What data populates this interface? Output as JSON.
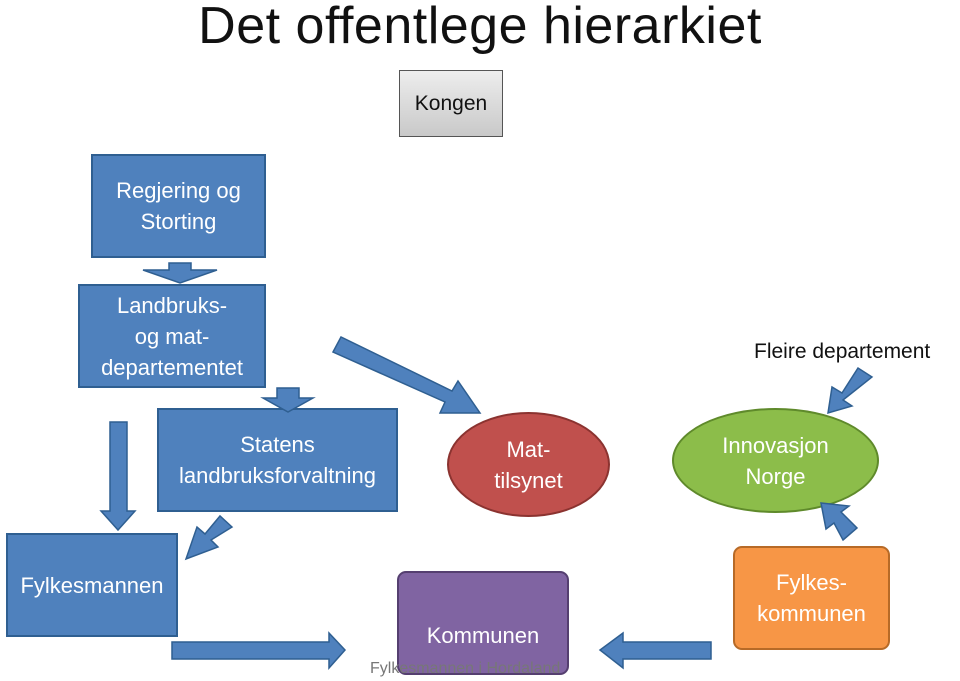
{
  "title": "Det offentlege hierarkiet",
  "nodes": {
    "kongen": "Kongen",
    "regjering": [
      "Regjering og",
      "Storting"
    ],
    "landbruksdep": [
      "Landbruks-",
      "og mat-",
      "departementet"
    ],
    "slf": [
      "Statens",
      "landbruksforvaltning"
    ],
    "mattilsynet": [
      "Mat-",
      "tilsynet"
    ],
    "innovasjon": [
      "Innovasjon",
      "Norge"
    ],
    "fylkesmannen": "Fylkesmannen",
    "kommunen": "Kommunen",
    "fylkeskommunen": [
      "Fylkes-",
      "kommunen"
    ]
  },
  "labels": {
    "fleire_departement": "Fleire departement"
  },
  "footer": "Fylkesmannen i Hordaland",
  "colors": {
    "blue": "#4f81bd",
    "red": "#c0504d",
    "green": "#8cbd4a",
    "purple": "#8064a2",
    "orange": "#f79646",
    "grey": "#d9d9d9"
  }
}
